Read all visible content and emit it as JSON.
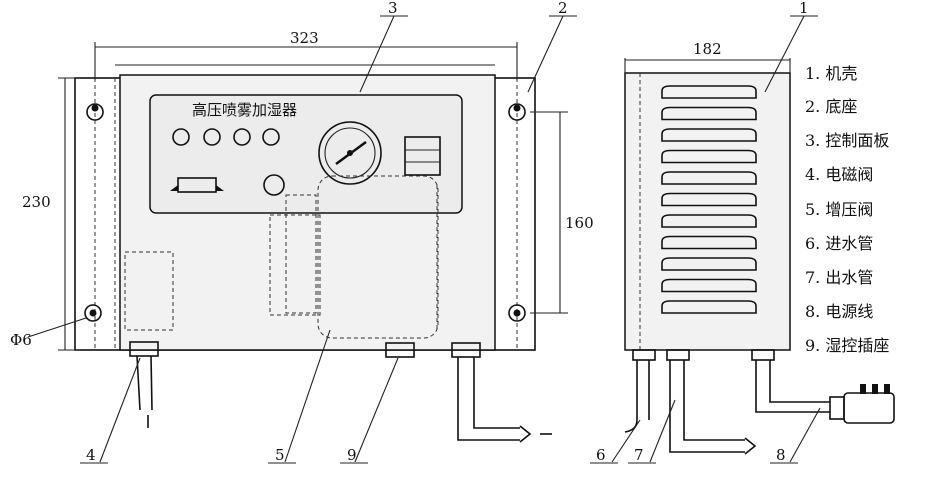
{
  "front_view": {
    "panel_title": "高压喷雾加湿器",
    "dim_width": "323",
    "dim_height": "230",
    "dim_mount": "160",
    "dim_hole": "Φ6",
    "callouts": [
      "3",
      "2",
      "4",
      "5",
      "9"
    ]
  },
  "side_view": {
    "dim_depth": "182",
    "callouts": [
      "1",
      "6",
      "7",
      "8"
    ]
  },
  "legend": [
    "1. 机壳",
    "2. 底座",
    "3. 控制面板",
    "4. 电磁阀",
    "5. 增压阀",
    "6. 进水管",
    "7. 出水管",
    "8. 电源线",
    "9. 湿控插座"
  ]
}
